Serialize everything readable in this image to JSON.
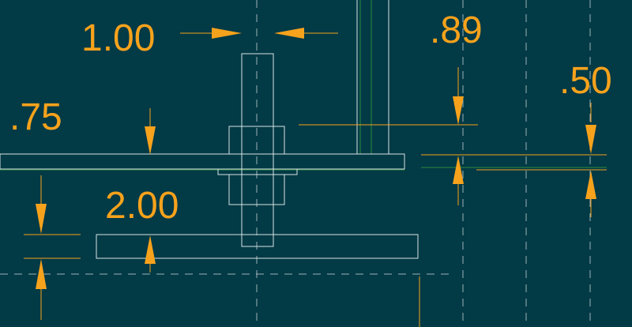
{
  "colors": {
    "background": "#023a46",
    "dimension": "#f7a21c",
    "geometry": "#d8e4e4",
    "centerline": "#9fb3b6",
    "hidden": "#2e8a3e"
  },
  "dimensions": {
    "bolt_width": "1.00",
    "top_spacing": ".89",
    "right_thickness": ".50",
    "left_thickness": ".75",
    "lower_gap": "2.00"
  }
}
